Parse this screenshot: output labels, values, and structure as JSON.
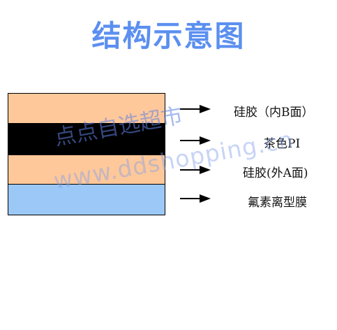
{
  "title": "结构示意图",
  "layers": [
    {
      "label": "硅胶（内B面）",
      "color": "#fec89a"
    },
    {
      "label": "茶色PI",
      "color": "#000000"
    },
    {
      "label": "硅胶(外A面)",
      "color": "#fec89a"
    },
    {
      "label": "氟素离型膜",
      "color": "#9cc8f8"
    }
  ],
  "watermark": {
    "text": "点点自选超市",
    "url": "www.ddshopping.cn"
  },
  "colors": {
    "title": "#5b8ff0",
    "arrow": "#000000"
  }
}
